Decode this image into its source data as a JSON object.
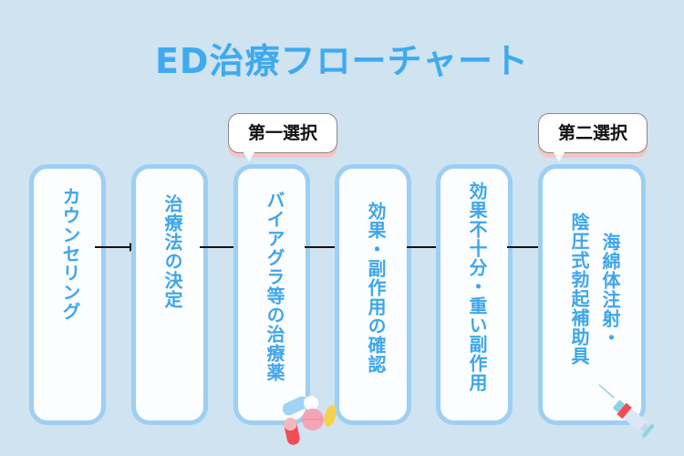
{
  "title": "ED治療フローチャート",
  "steps": [
    {
      "label": "カウンセリング"
    },
    {
      "label": "治療法の決定"
    },
    {
      "label": "バイアグラ等の治療薬"
    },
    {
      "label": "効果・副作用の確認"
    },
    {
      "label": "効果不十分・重い副作用"
    },
    {
      "label_line1": "海綿体注射・",
      "label_line2": "陰圧式勃起補助具"
    }
  ],
  "callouts": {
    "first": "第一選択",
    "second": "第二選択"
  },
  "colors": {
    "accent": "#3eaaf0",
    "box_border": "#9dcff3",
    "background": "#cfe3f1"
  }
}
